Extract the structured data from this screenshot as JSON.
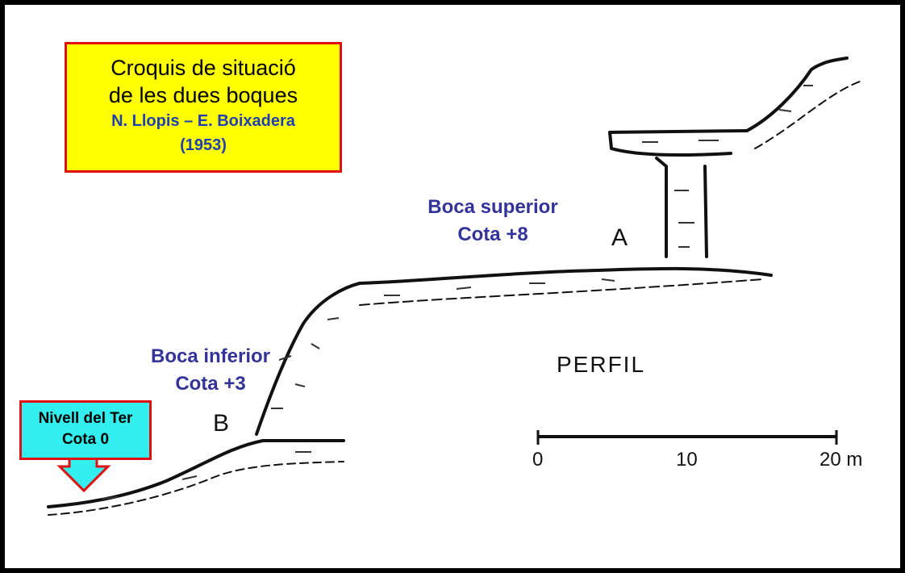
{
  "title": {
    "line1": "Croquis de situació",
    "line2": "de les dues boques",
    "authors": "N. Llopis – E. Boixadera",
    "year": "(1953)"
  },
  "upper_entrance": {
    "name": "Boca superior",
    "elevation": "Cota +8",
    "letter": "A"
  },
  "lower_entrance": {
    "name": "Boca inferior",
    "elevation": "Cota +3",
    "letter": "B"
  },
  "river": {
    "name": "Nivell del Ter",
    "elevation": "Cota 0"
  },
  "profile_label": "PERFIL",
  "scale": {
    "ticks": [
      "0",
      "10",
      "20 m"
    ]
  },
  "colors": {
    "title_bg": "#ffff00",
    "border": "#e01010",
    "callout_bg": "#33eeee",
    "label": "#333399"
  }
}
